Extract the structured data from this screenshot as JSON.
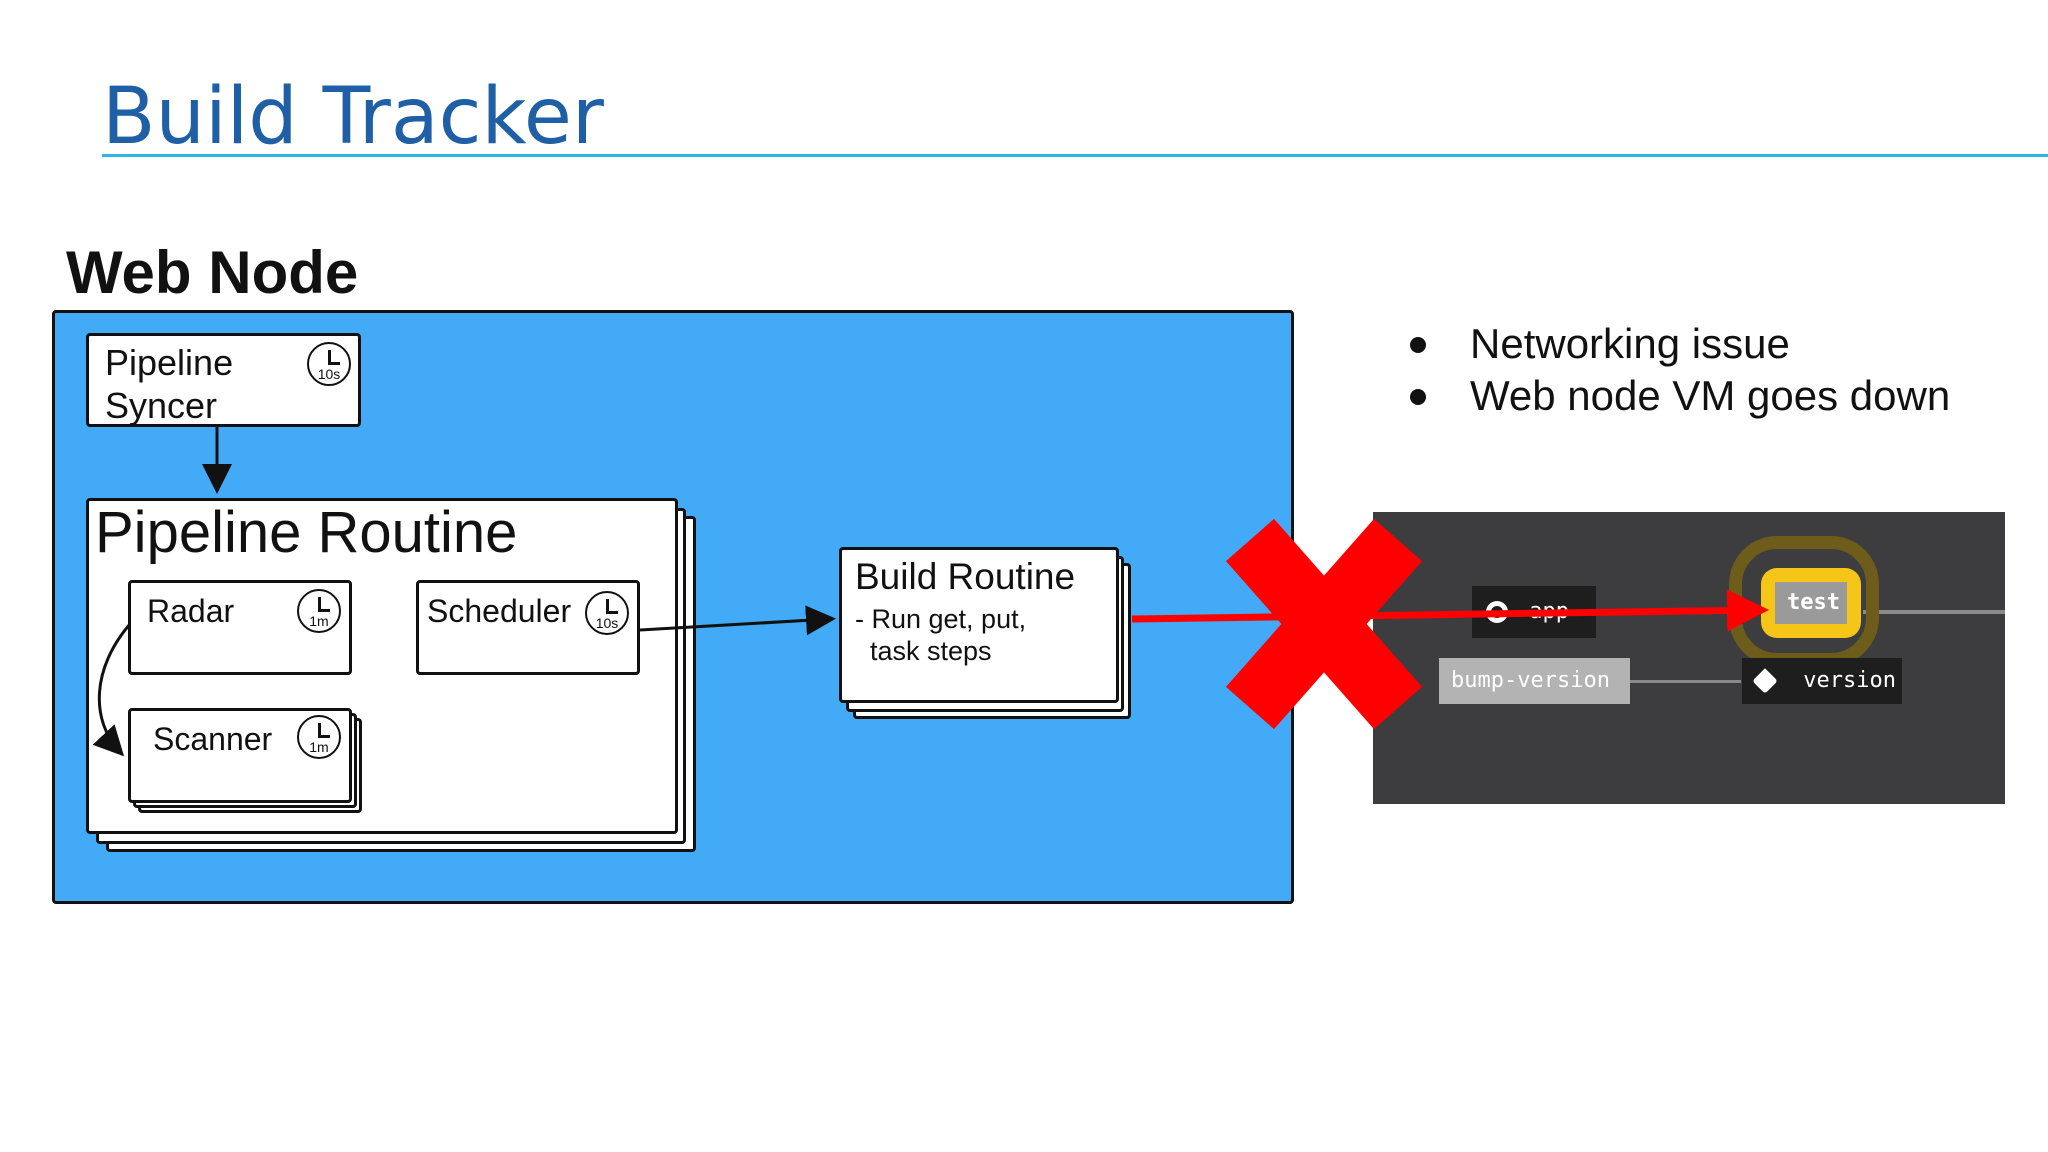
{
  "slide": {
    "title": "Build Tracker"
  },
  "diagram": {
    "web_node_label": "Web Node",
    "pipeline_syncer": {
      "line1": "Pipeline",
      "line2": "Syncer",
      "interval": "10s"
    },
    "pipeline_routine": {
      "label": "Pipeline Routine"
    },
    "radar": {
      "label": "Radar",
      "interval": "1m"
    },
    "scheduler": {
      "label": "Scheduler",
      "interval": "10s"
    },
    "scanner": {
      "label": "Scanner",
      "interval": "1m"
    },
    "build_routine": {
      "label": "Build Routine",
      "desc_line1": "- Run get, put,",
      "desc_line2": "task steps"
    },
    "colors": {
      "web_node_fill": "#42aaf6",
      "broken_link": "#ff0000",
      "title": "#1f5fa5",
      "title_rule": "#2fb6e6"
    }
  },
  "bullets": [
    "Networking issue",
    "Web node VM goes down"
  ],
  "concourse_pipeline": {
    "resource_app": "app",
    "job_test": "test",
    "job_bump_version": "bump-version",
    "resource_version": "version",
    "icons": [
      "github-icon",
      "tag-icon"
    ],
    "colors": {
      "background": "#3d3d3f",
      "running_job": "#f5c518"
    }
  }
}
